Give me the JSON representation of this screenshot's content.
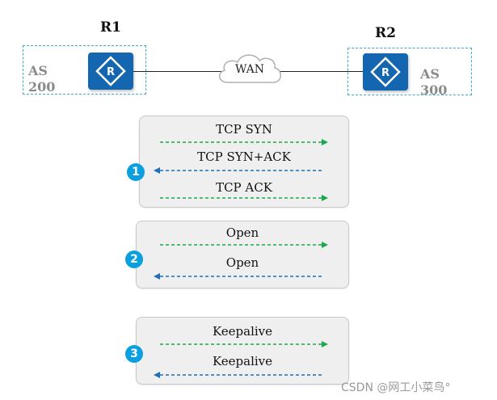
{
  "routers": [
    {
      "name": "R1",
      "as_line1": "AS",
      "as_line2": "200"
    },
    {
      "name": "R2",
      "as_line1": "AS",
      "as_line2": "300"
    }
  ],
  "wan_label": "WAN",
  "panels": [
    {
      "step": "1",
      "messages": [
        "TCP SYN",
        "TCP SYN+ACK",
        "TCP ACK"
      ]
    },
    {
      "step": "2",
      "messages": [
        "Open",
        "Open"
      ]
    },
    {
      "step": "3",
      "messages": [
        "Keepalive",
        "Keepalive"
      ]
    }
  ],
  "colors": {
    "forward": "#1aa84f",
    "backward": "#1f6fb8",
    "router": "#1466b0",
    "step": "#0aa0e0"
  },
  "watermark": "CSDN @网工小菜鸟°"
}
